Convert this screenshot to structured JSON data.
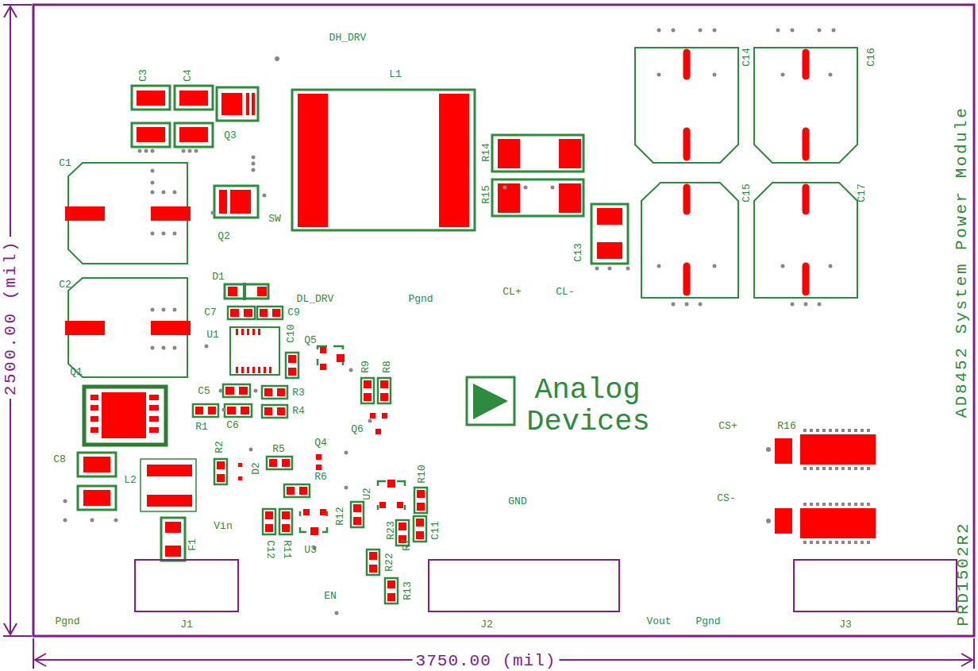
{
  "diagram": {
    "labels": [
      "DH_DRV",
      "L1",
      "C3",
      "C4",
      "Q3",
      "C14",
      "C16",
      "AD8452 System Power Module",
      "C1",
      "R14",
      "R15",
      "C15",
      "C17",
      "SW",
      "Q2",
      "C13",
      "C2",
      "D1",
      "DL_DRV",
      "Pgnd",
      "CL+",
      "CL-",
      "C7",
      "C9",
      "U1",
      "C10",
      "Q5",
      "R9",
      "R8",
      "Q1",
      "C5",
      "R3",
      "R4",
      "R1",
      "C6",
      "Q6",
      "Analog",
      "Devices",
      "CS+",
      "R16",
      "C8",
      "R2",
      "D2",
      "R5",
      "Q4",
      "L2",
      "R10",
      "R6",
      "U2",
      "GND",
      "CS-",
      "R12",
      "R23",
      "C11",
      "Vin",
      "C12",
      "R11",
      "U3",
      "R7",
      "PRD1502R2",
      "F1",
      "R22",
      "R13",
      "EN",
      "Pgnd",
      "J1",
      "J2",
      "Vout",
      "Pgnd",
      "J3",
      "2500.00 (mil)",
      "3750.00 (mil)"
    ]
  }
}
